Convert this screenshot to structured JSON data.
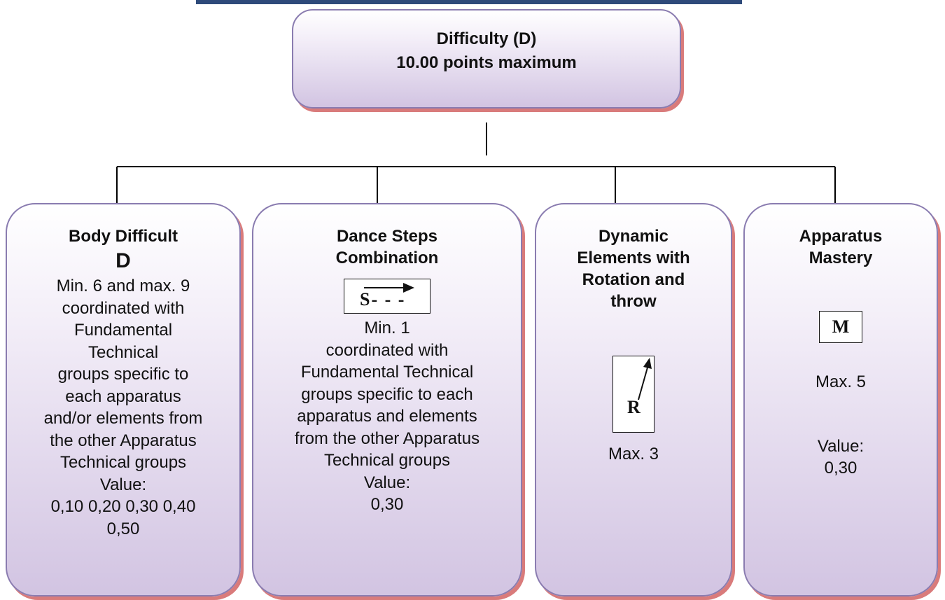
{
  "colors": {
    "box_border": "#8a7cb0",
    "box_fill_top": "#ffffff",
    "box_fill_bottom": "#d2c4e2",
    "box_shadow": "#d97b7b",
    "top_rule": "#2e4a7a",
    "connector": "#000000"
  },
  "root": {
    "line1": "Difficulty (D)",
    "line2": "10.00 points maximum"
  },
  "boxes": [
    {
      "title": [
        "Body Difficult"
      ],
      "symbol": "D",
      "lines": [
        "Min. 6 and max. 9",
        "coordinated with",
        "Fundamental",
        "Technical",
        "groups specific to",
        "each apparatus",
        "and/or elements from",
        "the other Apparatus",
        "Technical groups",
        "Value:",
        "0,10 0,20 0,30 0,40",
        "0,50"
      ]
    },
    {
      "title": [
        "Dance Steps",
        "Combination"
      ],
      "symbol": "S- - -",
      "lines": [
        "Min. 1",
        "coordinated with",
        "Fundamental Technical",
        "groups specific to each",
        "apparatus and elements",
        "from the other Apparatus",
        "Technical groups",
        "Value:",
        "0,30"
      ]
    },
    {
      "title": [
        "Dynamic",
        "Elements with",
        "Rotation and",
        "throw"
      ],
      "symbol": "R",
      "lines": [
        "Max. 3"
      ]
    },
    {
      "title": [
        "Apparatus",
        "Mastery"
      ],
      "symbol": "M",
      "lines": [
        "Max. 5",
        "Value:",
        "0,30"
      ]
    }
  ]
}
